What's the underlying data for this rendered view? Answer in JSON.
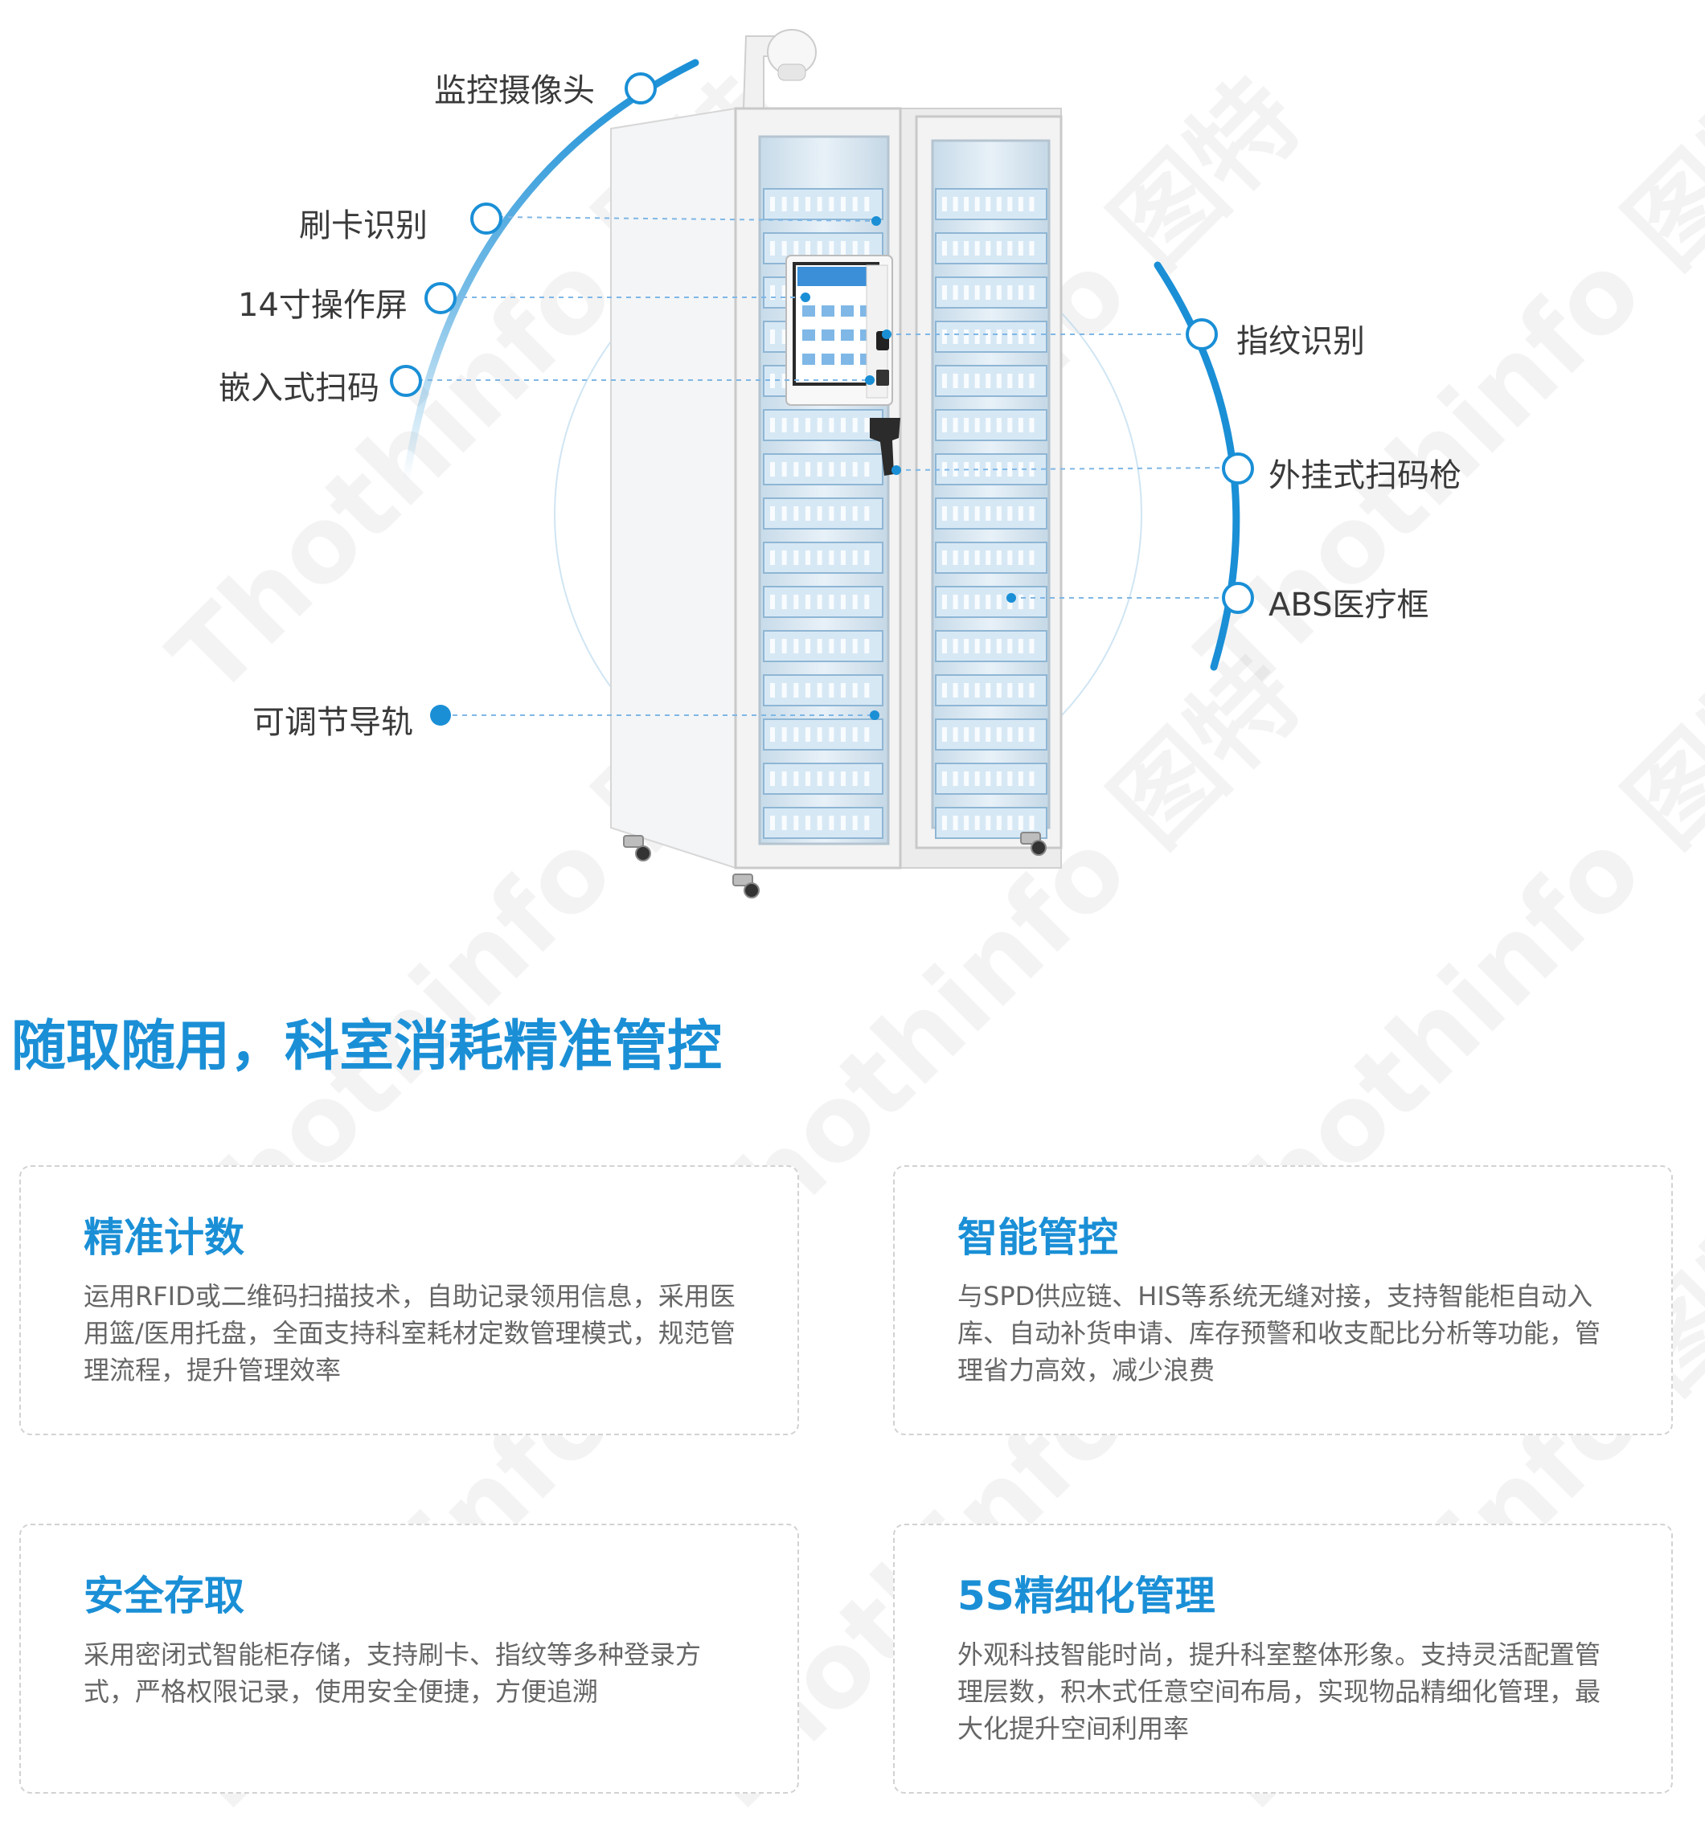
{
  "callouts": {
    "camera": "监控摄像头",
    "card_reader": "刷卡识别",
    "screen": "14寸操作屏",
    "embedded_scanner": "嵌入式扫码",
    "rail": "可调节导轨",
    "fingerprint": "指纹识别",
    "external_scanner": "外挂式扫码枪",
    "abs_box": "ABS医疗框"
  },
  "headline": "随取随用，科室消耗精准管控",
  "features": [
    {
      "title": "精准计数",
      "body": "运用RFID或二维码扫描技术，自助记录领用信息，采用医用篮/医用托盘，全面支持科室耗材定数管理模式，规范管理流程，提升管理效率"
    },
    {
      "title": "智能管控",
      "body": "与SPD供应链、HIS等系统无缝对接，支持智能柜自动入库、自动补货申请、库存预警和收支配比分析等功能，管理省力高效，减少浪费"
    },
    {
      "title": "安全存取",
      "body": "采用密闭式智能柜存储，支持刷卡、指纹等多种登录方式，严格权限记录，使用安全便捷，方便追溯"
    },
    {
      "title": "5S精细化管理",
      "body": "外观科技智能时尚，提升科室整体形象。支持灵活配置管理层数，积木式任意空间布局，实现物品精细化管理，最大化提升空间利用率"
    }
  ],
  "watermark": "Thothinfo 图特",
  "colors": {
    "accent": "#1a8fd6",
    "text": "#333333",
    "muted": "#666666"
  }
}
